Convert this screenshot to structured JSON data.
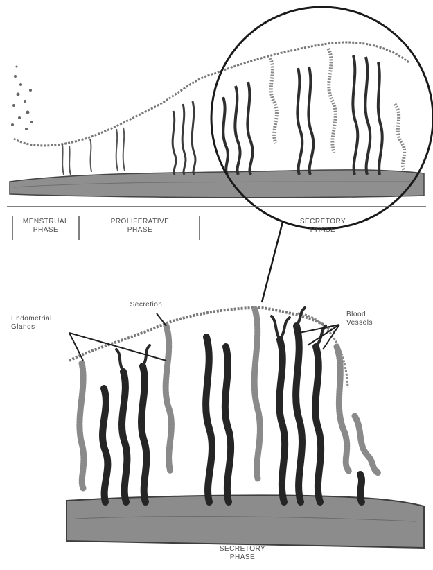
{
  "phases": {
    "menstrual": [
      "MENSTRUAL",
      "PHASE"
    ],
    "proliferative": [
      "PROLIFERATIVE",
      "PHASE"
    ],
    "secretory": [
      "SECRETORY",
      "PHASE"
    ]
  },
  "callouts": {
    "endometrial_glands": [
      "Endometrial",
      "Glands"
    ],
    "secretion": "Secretion",
    "blood_vessels": [
      "Blood",
      "Vessels"
    ]
  },
  "bottom_label": [
    "SECRETORY",
    "PHASE"
  ]
}
